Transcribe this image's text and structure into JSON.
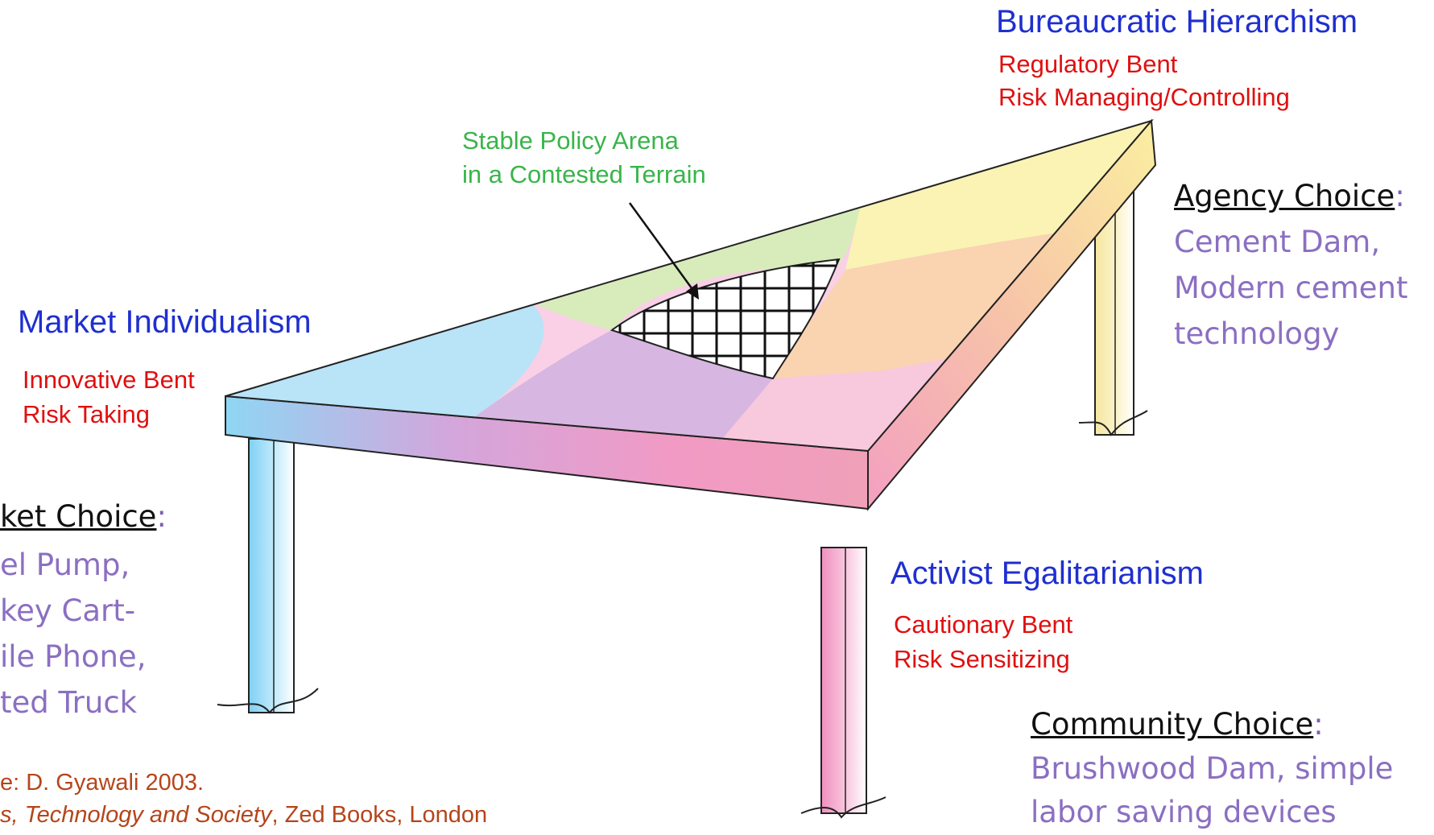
{
  "diagram": {
    "bureaucratic": {
      "title": "Bureaucratic Hierarchism",
      "bent": "Regulatory Bent",
      "risk": "Risk Managing/Controlling"
    },
    "market": {
      "title": "Market Individualism",
      "bent": "Innovative Bent",
      "risk": "Risk Taking"
    },
    "activist": {
      "title": "Activist Egalitarianism",
      "bent": "Cautionary Bent",
      "risk": "Risk Sensitizing"
    },
    "arena": {
      "line1": "Stable Policy Arena",
      "line2": "in a Contested Terrain"
    }
  },
  "choices": {
    "agency": {
      "head": "Agency Choice",
      "lines": [
        "Cement Dam,",
        "Modern cement",
        "technology"
      ]
    },
    "market": {
      "head": "ket Choice",
      "lines": [
        "el Pump,",
        "key Cart-",
        "ile Phone,",
        "ted  Truck"
      ]
    },
    "community": {
      "head": "Community Choice",
      "lines": [
        "Brushwood Dam, simple",
        "labor saving devices"
      ]
    }
  },
  "source": {
    "line1": "e: D. Gyawali 2003.",
    "line2_italic": "s, Technology and Society",
    "line2_rest": ", Zed Books, London"
  },
  "colors": {
    "title_blue": "#1f2fd0",
    "sub_red": "#e01010",
    "arena_green": "#39b54a",
    "choice_purple": "#8b6fc2",
    "source_brown": "#b5451b"
  }
}
